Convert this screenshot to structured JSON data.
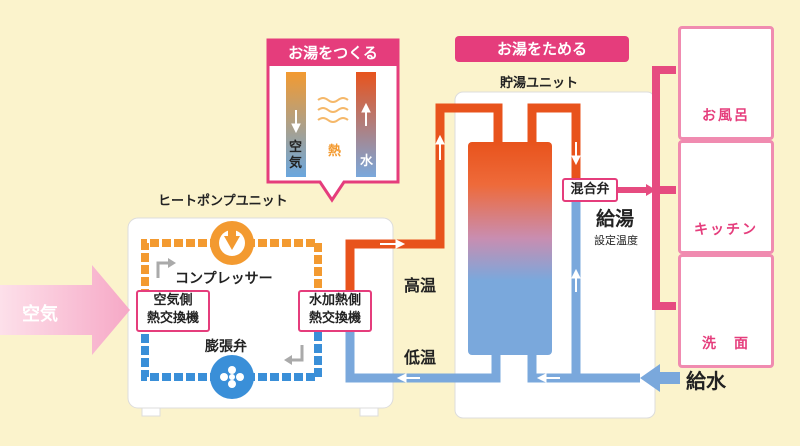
{
  "title_make": "お湯をつくる",
  "title_store": "お湯をためる",
  "heat_pump_unit": "ヒートポンプユニット",
  "storage_unit": "貯湯ユニット",
  "air_inlet": "空気",
  "make_air": "空気",
  "make_heat": "熱",
  "make_water": "水",
  "compressor": "コンプレッサー",
  "air_hx": "空気側\n熱交換機",
  "water_hx": "水加熱側\n熱交換機",
  "expansion_valve": "膨張弁",
  "high_temp": "高温",
  "low_temp": "低温",
  "mixing_valve": "混合弁",
  "hot_supply": "給湯",
  "set_temp": "設定温度",
  "water_supply": "給水",
  "rooms": [
    "お風呂",
    "キッチン",
    "洗　面"
  ],
  "colors": {
    "hot": "#e8531c",
    "cold": "#7aa8dc",
    "pink": "#e53d7c",
    "pipe_pink": "#e64b80",
    "orange_loop": "#f39a30",
    "blue_loop": "#3a8fd8",
    "background": "#fbf3cc"
  }
}
